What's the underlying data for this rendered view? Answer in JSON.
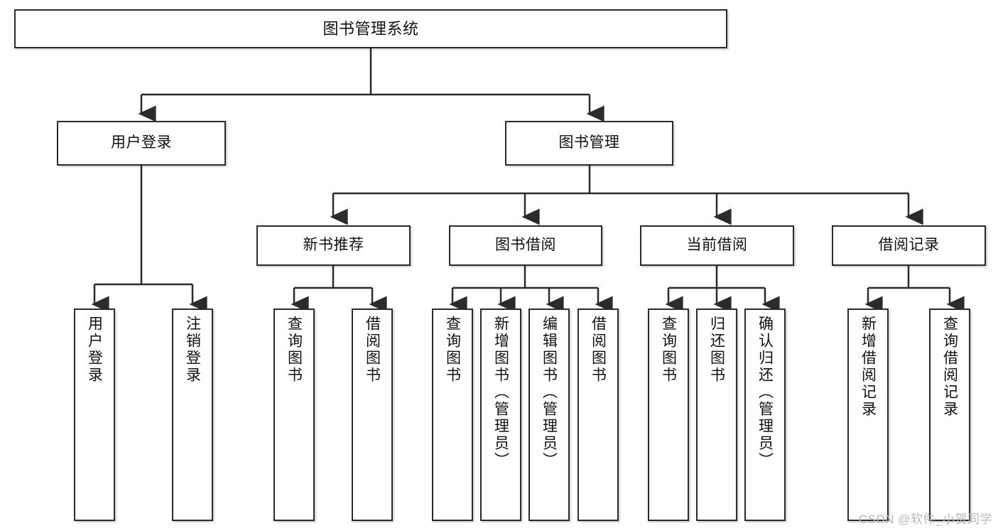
{
  "diagram": {
    "title": "图书管理系统",
    "type": "tree-hierarchy-chart",
    "watermark": "CSDN @软件_小贺同学",
    "colors": {
      "stroke": "#2b2b2b",
      "box_fill": "#ffffff",
      "text": "#111111",
      "watermark": "#b9b9b9"
    },
    "root": {
      "label": "图书管理系统"
    },
    "level2": [
      {
        "label": "用户登录"
      },
      {
        "label": "图书管理"
      }
    ],
    "level3": [
      {
        "label": "新书推荐"
      },
      {
        "label": "图书借阅"
      },
      {
        "label": "当前借阅"
      },
      {
        "label": "借阅记录"
      }
    ],
    "leaves": {
      "user_login": [
        {
          "label": "用户登录"
        },
        {
          "label": "注销登录"
        }
      ],
      "new_book": [
        {
          "label": "查询图书"
        },
        {
          "label": "借阅图书"
        }
      ],
      "book_borrow": [
        {
          "label": "查询图书"
        },
        {
          "label": "新增图书（管理员）"
        },
        {
          "label": "编辑图书（管理员）"
        },
        {
          "label": "借阅图书"
        }
      ],
      "current_borrow": [
        {
          "label": "查询图书"
        },
        {
          "label": "归还图书"
        },
        {
          "label": "确认归还（管理员）"
        }
      ],
      "borrow_record": [
        {
          "label": "新增借阅记录"
        },
        {
          "label": "查询借阅记录"
        }
      ]
    }
  }
}
